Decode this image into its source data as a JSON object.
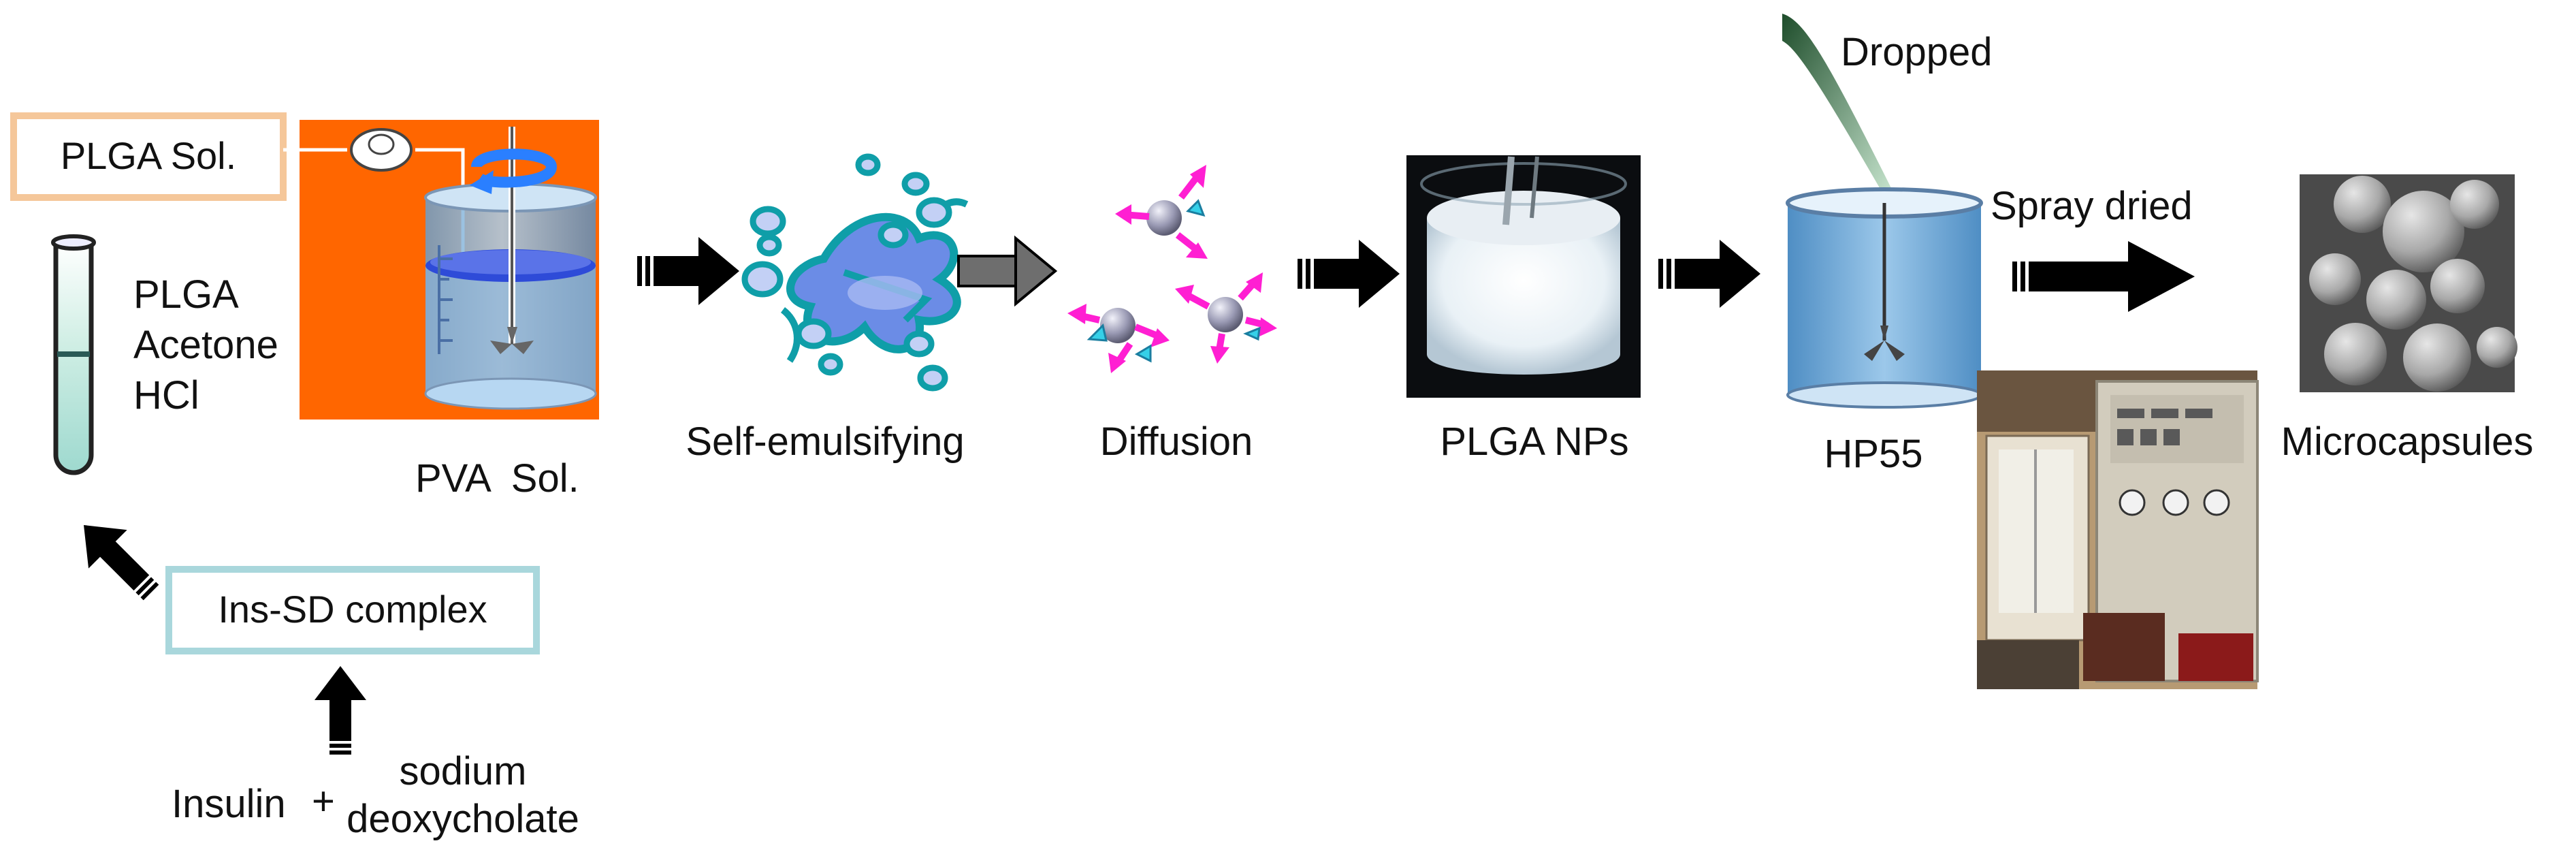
{
  "labels": {
    "plga_sol": "PLGA Sol.",
    "tube_line1": "PLGA",
    "tube_line2": "Acetone",
    "tube_line3": "HCl",
    "pva_sol": "PVA  Sol.",
    "ins_sd": "Ins-SD complex",
    "insulin": "Insulin",
    "plus": "+",
    "sodium": "sodium",
    "deoxycholate": "deoxycholate",
    "self_emulsifying": "Self-emulsifying",
    "diffusion": "Diffusion",
    "plga_nps": "PLGA NPs",
    "dropped": "Dropped",
    "hp55": "HP55",
    "spray_dried": "Spray dried",
    "microcapsules": "Microcapsules"
  },
  "colors": {
    "plga_box_border": "#f5c79a",
    "ins_box_border": "#a9d7dc",
    "orange_panel": "#ff6600",
    "beaker_blue": "#7fb2d9",
    "teal": "#0f9ea8",
    "magenta": "#ff1fd2",
    "cyan": "#35d0e8",
    "arrow_black": "#000000",
    "arrow_gray": "#707070"
  },
  "icons": {
    "stirrer": "rotation-arrow-icon",
    "arrow": "process-arrow-icon"
  }
}
